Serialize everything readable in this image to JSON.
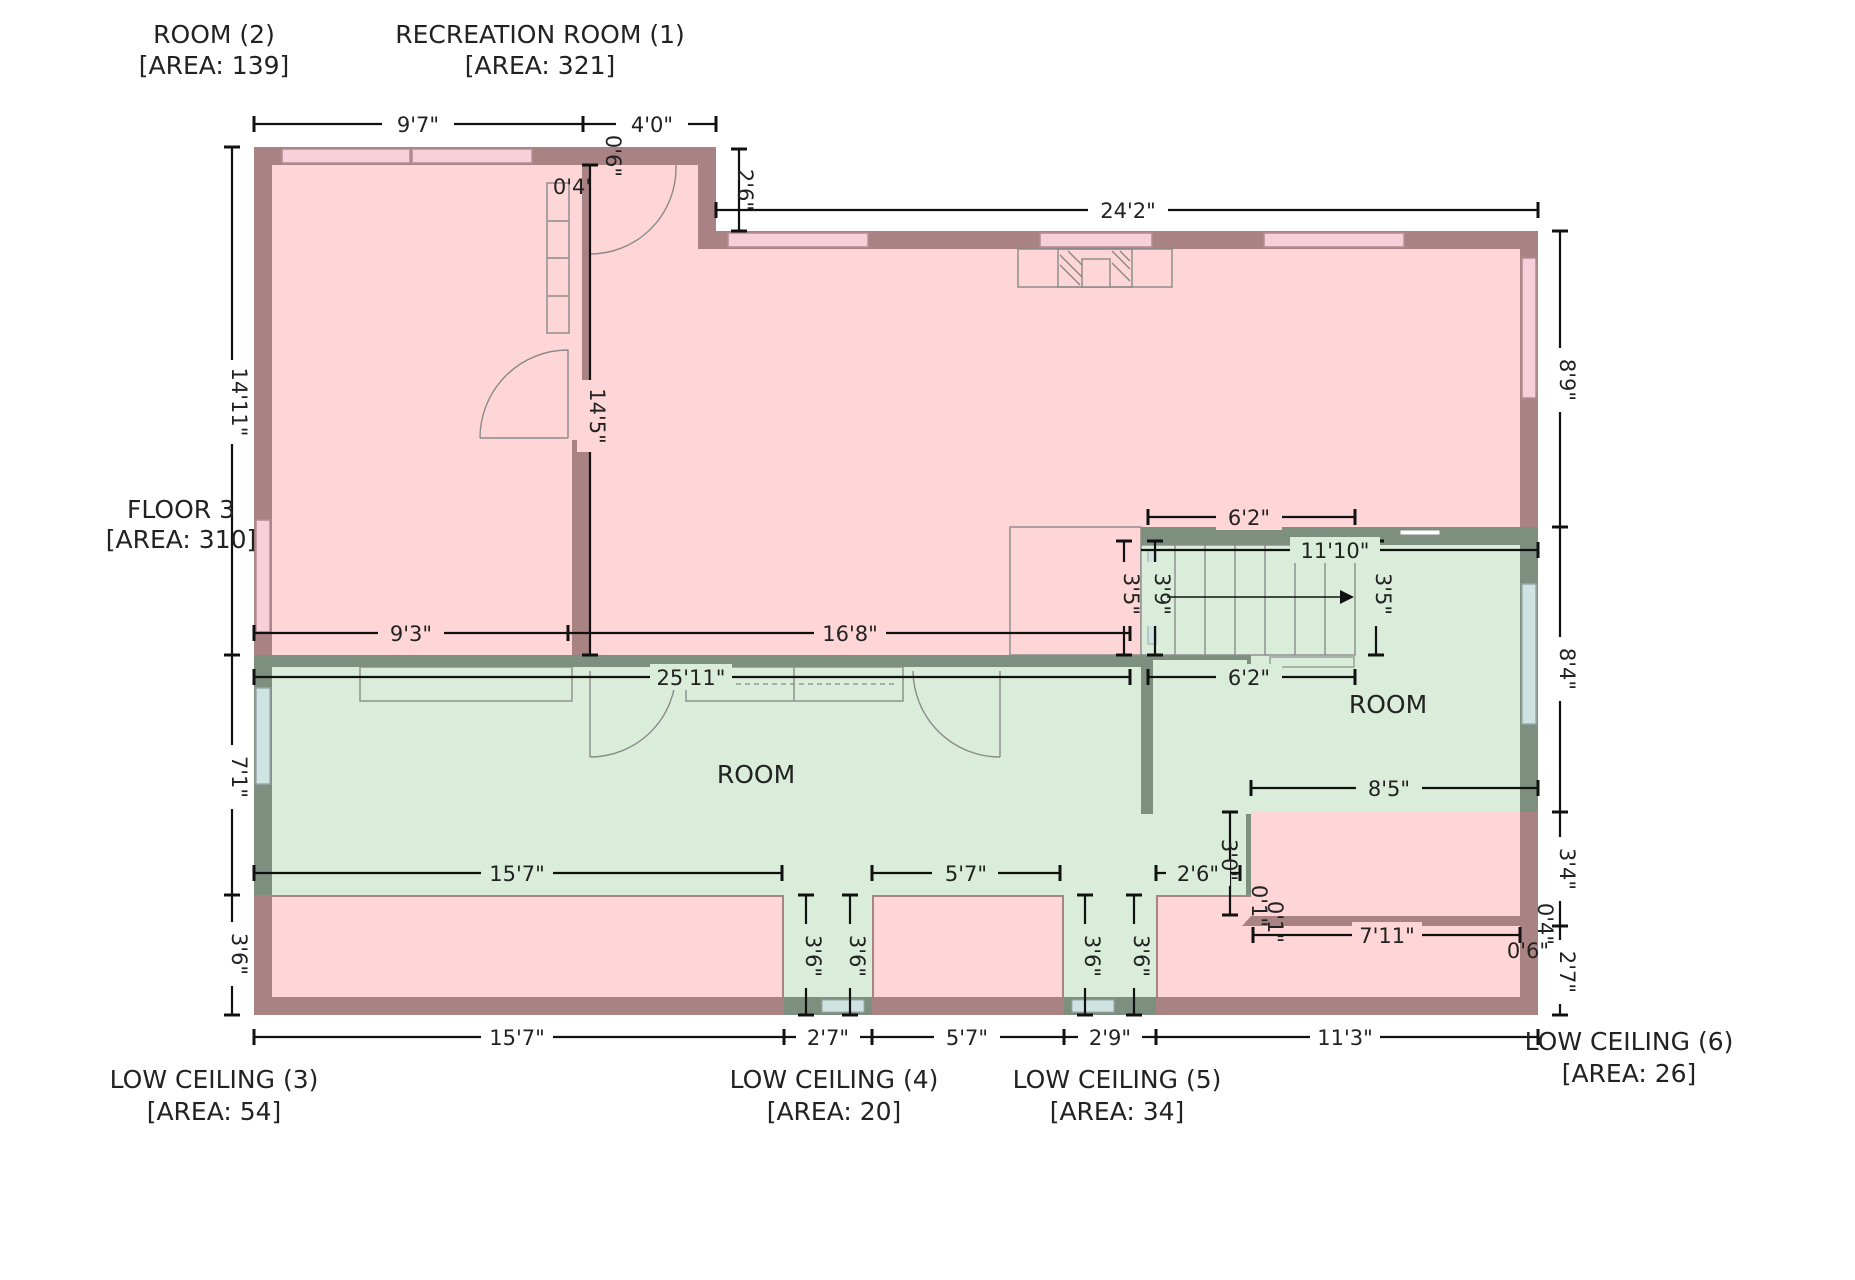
{
  "colors": {
    "pink_fill": "#ffd6d8",
    "pink_wall": "#a98283",
    "green_fill": "#d9edda",
    "green_wall": "#7d8f7e",
    "window": "#f6cfd9",
    "window_green": "#cfe3e3"
  },
  "labels": {
    "room2_name": "ROOM (2)",
    "room2_area": "[AREA: 139]",
    "rec_name": "RECREATION ROOM (1)",
    "rec_area": "[AREA: 321]",
    "floor_name": "FLOOR 3",
    "floor_area": "[AREA: 310]",
    "room_main": "ROOM",
    "room_right": "ROOM",
    "lc3_name": "LOW CEILING (3)",
    "lc3_area": "[AREA: 54]",
    "lc4_name": "LOW CEILING (4)",
    "lc4_area": "[AREA: 20]",
    "lc5_name": "LOW CEILING (5)",
    "lc5_area": "[AREA: 34]",
    "lc6_name": "LOW CEILING (6)",
    "lc6_area": "[AREA: 26]"
  },
  "dimensions": {
    "top_room2": "9'7\"",
    "top_rec": "4'0\"",
    "top_small": "0'6\"",
    "nook_04": "0'4'",
    "nook_26": "2'6\"",
    "top_rec_long": "24'2\"",
    "left_upper": "14'11\"",
    "left_mid": "7'1\"",
    "left_bottom": "3'6\"",
    "right_upper": "8'9\"",
    "right_mid": "8'4\"",
    "right_34": "3'4\"",
    "right_27": "2'7\"",
    "partition": "14'5\"",
    "room2_width": "9'3\"",
    "rec_width": "16'8\"",
    "stair_top": "6'2\"",
    "stair_right": "11'10\"",
    "stair_35a": "3'5\"",
    "stair_39": "3'9\"",
    "stair_35b": "3'5\"",
    "hall_long": "25'11\"",
    "stair_bottom": "6'2\"",
    "room_right_width": "8'5\"",
    "lc_15_7": "15'7\"",
    "lc_5_7": "5'7\"",
    "lc_2_6": "2'6\"",
    "lc_3_0": "3'0\"",
    "lc_0_1": "0'1\"",
    "lc_0_1b": "0'1\"",
    "lc6_width": "7'11\"",
    "lc6_06": "0'6\"",
    "lc6_04": "0'4\"",
    "gap_a1": "3'6\"",
    "gap_a2": "3'6\"",
    "gap_b1": "3'6\"",
    "gap_b2": "3'6\"",
    "bottom_15_7": "15'7\"",
    "bottom_2_7": "2'7\"",
    "bottom_5_7": "5'7\"",
    "bottom_2_9": "2'9\"",
    "bottom_11_3": "11'3\""
  }
}
